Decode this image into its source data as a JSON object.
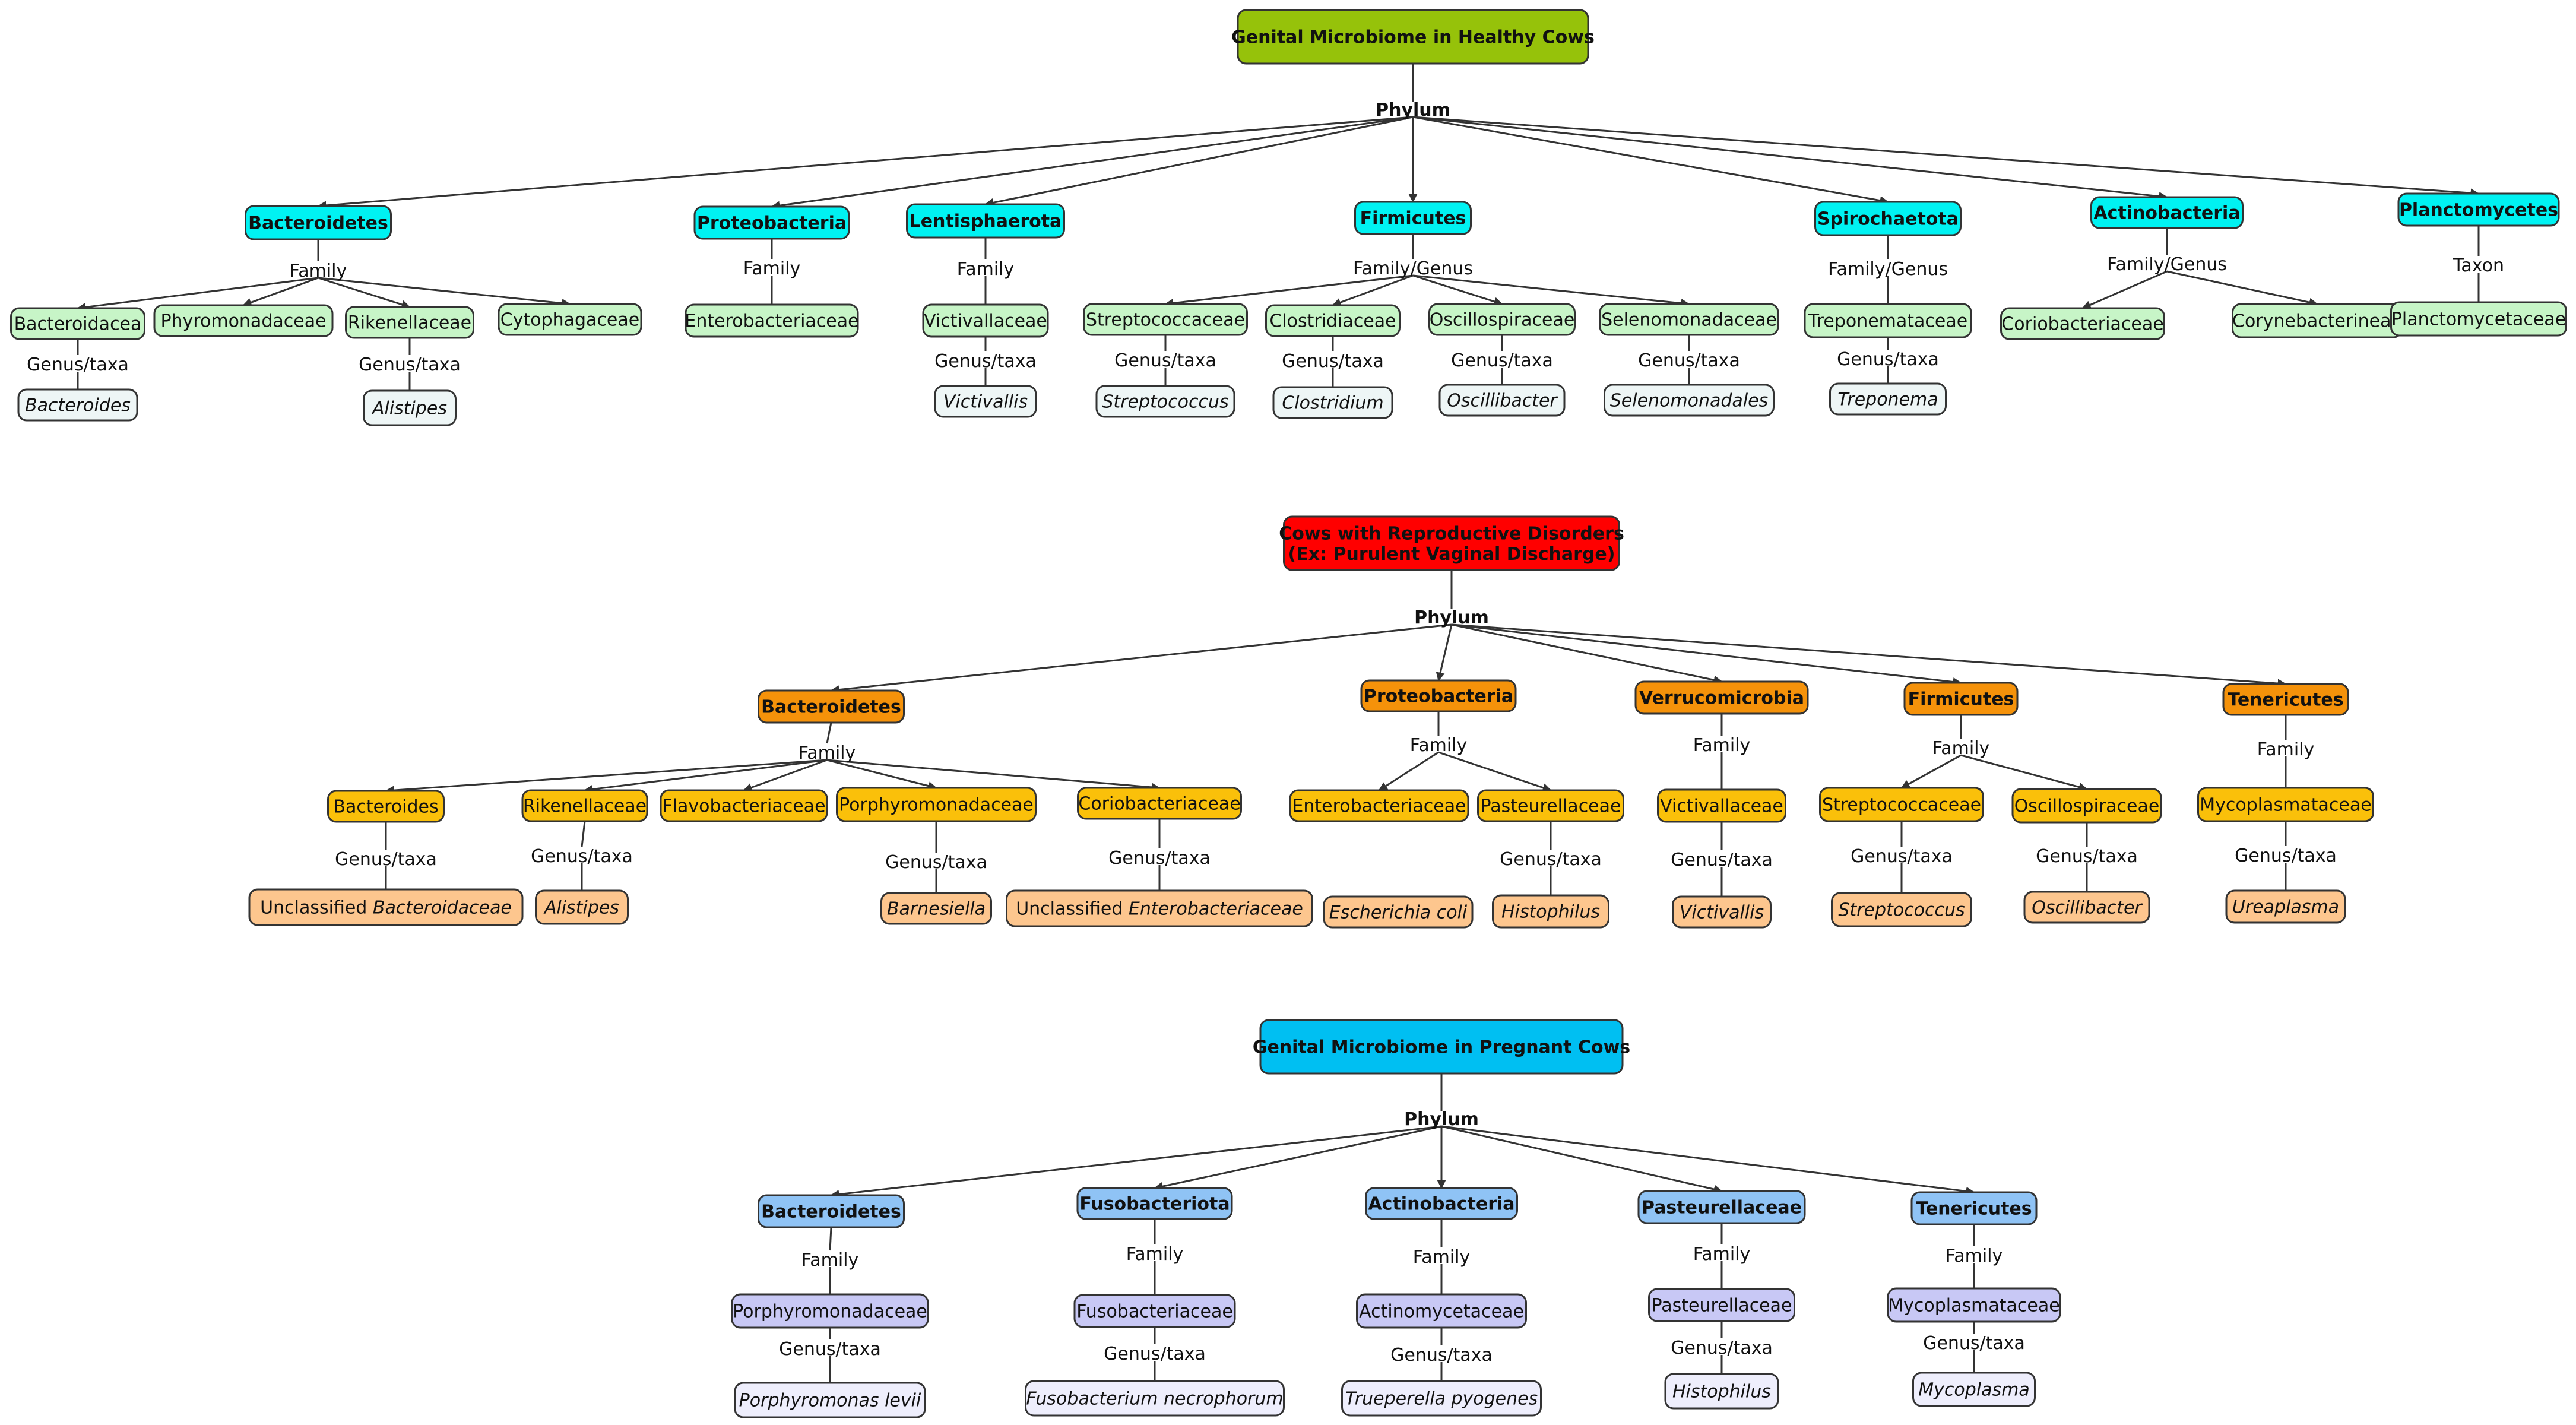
{
  "colors": {
    "root_healthy": "#96c20a",
    "root_disorder": "#ff0000",
    "root_pregnant": "#00bff2",
    "phylum_healthy": "#00f2f2",
    "phylum_disorder": "#f5920a",
    "phylum_pregnant": "#8fc3f5",
    "family_healthy": "#c7f5c7",
    "family_disorder": "#fac00a",
    "family_pregnant": "#c8c8f5",
    "genus_healthy": "#eef6f6",
    "genus_disorder": "#fdc68e",
    "genus_pregnant": "#eeeefc"
  },
  "sections": [
    {
      "id": "healthy",
      "root": "Genital Microbiome in Healthy Cows",
      "root_label": "Phylum",
      "branches": [
        {
          "phylum": "Bacteroidetes",
          "rank": "Family",
          "children": [
            {
              "name": "Bacteroidacea",
              "rank": "Genus/taxa",
              "genus": "Bacteroides"
            },
            {
              "name": "Phyromonadaceae"
            },
            {
              "name": "Rikenellaceae",
              "rank": "Genus/taxa",
              "genus": "Alistipes"
            },
            {
              "name": "Cytophagaceae"
            }
          ]
        },
        {
          "phylum": "Proteobacteria",
          "rank": "Family",
          "children": [
            {
              "name": "Enterobacteriaceae"
            }
          ]
        },
        {
          "phylum": "Lentisphaerota",
          "rank": "Family",
          "children": [
            {
              "name": "Victivallaceae",
              "rank": "Genus/taxa",
              "genus": "Victivallis"
            }
          ]
        },
        {
          "phylum": "Firmicutes",
          "rank": "Family/Genus",
          "children": [
            {
              "name": "Streptococcaceae",
              "rank": "Genus/taxa",
              "genus": "Streptococcus"
            },
            {
              "name": "Clostridiaceae",
              "rank": "Genus/taxa",
              "genus": "Clostridium"
            },
            {
              "name": "Oscillospiraceae",
              "rank": "Genus/taxa",
              "genus": "Oscillibacter"
            },
            {
              "name": "Selenomonadaceae",
              "rank": "Genus/taxa",
              "genus": "Selenomonadales"
            }
          ]
        },
        {
          "phylum": "Spirochaetota",
          "rank": "Family/Genus",
          "children": [
            {
              "name": "Treponemataceae",
              "rank": "Genus/taxa",
              "genus": "Treponema"
            }
          ]
        },
        {
          "phylum": "Actinobacteria",
          "rank": "Family/Genus",
          "children": [
            {
              "name": "Coriobacteriaceae"
            },
            {
              "name": "Corynebacterineae"
            }
          ]
        },
        {
          "phylum": "Planctomycetes",
          "rank": "Taxon",
          "children": [
            {
              "name": "Planctomycetaceae"
            }
          ]
        }
      ]
    },
    {
      "id": "disorder",
      "root": "Cows with Reproductive Disorders\n(Ex: Purulent Vaginal Discharge)",
      "root_label": "Phylum",
      "branches": [
        {
          "phylum": "Bacteroidetes",
          "rank": "Family",
          "children": [
            {
              "name": "Bacteroides",
              "rank": "Genus/taxa",
              "genus_prefix": "Unclassified ",
              "genus": "Bacteroidaceae"
            },
            {
              "name": "Rikenellaceae",
              "rank": "Genus/taxa",
              "genus": "Alistipes"
            },
            {
              "name": "Flavobacteriaceae"
            },
            {
              "name": "Porphyromonadaceae",
              "rank": "Genus/taxa",
              "genus": "Barnesiella"
            },
            {
              "name": "Coriobacteriaceae",
              "rank": "Genus/taxa",
              "genus_prefix": "Unclassified ",
              "genus": "Enterobacteriaceae"
            }
          ]
        },
        {
          "phylum": "Proteobacteria",
          "rank": "Family",
          "children": [
            {
              "name": "Enterobacteriaceae",
              "genus": "Escherichia coli"
            },
            {
              "name": "Pasteurellaceae",
              "rank": "Genus/taxa",
              "genus": "Histophilus"
            }
          ]
        },
        {
          "phylum": "Verrucomicrobia",
          "rank": "Family",
          "children": [
            {
              "name": "Victivallaceae",
              "rank": "Genus/taxa",
              "genus": "Victivallis"
            }
          ]
        },
        {
          "phylum": "Firmicutes",
          "rank": "Family",
          "children": [
            {
              "name": "Streptococcaceae",
              "rank": "Genus/taxa",
              "genus": "Streptococcus"
            },
            {
              "name": "Oscillospiraceae",
              "rank": "Genus/taxa",
              "genus": "Oscillibacter"
            }
          ]
        },
        {
          "phylum": "Tenericutes",
          "rank": "Family",
          "children": [
            {
              "name": "Mycoplasmataceae",
              "rank": "Genus/taxa",
              "genus": "Ureaplasma"
            }
          ]
        }
      ]
    },
    {
      "id": "pregnant",
      "root": "Genital Microbiome in Pregnant Cows",
      "root_label": "Phylum",
      "branches": [
        {
          "phylum": "Bacteroidetes",
          "rank": "Family",
          "children": [
            {
              "name": "Porphyromonadaceae",
              "rank": "Genus/taxa",
              "genus": "Porphyromonas levii"
            }
          ]
        },
        {
          "phylum": "Fusobacteriota",
          "rank": "Family",
          "children": [
            {
              "name": "Fusobacteriaceae",
              "rank": "Genus/taxa",
              "genus": "Fusobacterium necrophorum"
            }
          ]
        },
        {
          "phylum": "Actinobacteria",
          "rank": "Family",
          "children": [
            {
              "name": "Actinomycetaceae",
              "rank": "Genus/taxa",
              "genus": "Trueperella pyogenes"
            }
          ]
        },
        {
          "phylum": "Pasteurellaceae",
          "rank": "Family",
          "children": [
            {
              "name": "Pasteurellaceae",
              "rank": "Genus/taxa",
              "genus": "Histophilus"
            }
          ]
        },
        {
          "phylum": "Tenericutes",
          "rank": "Family",
          "children": [
            {
              "name": "Mycoplasmataceae",
              "rank": "Genus/taxa",
              "genus": "Mycoplasma"
            }
          ]
        }
      ]
    }
  ]
}
